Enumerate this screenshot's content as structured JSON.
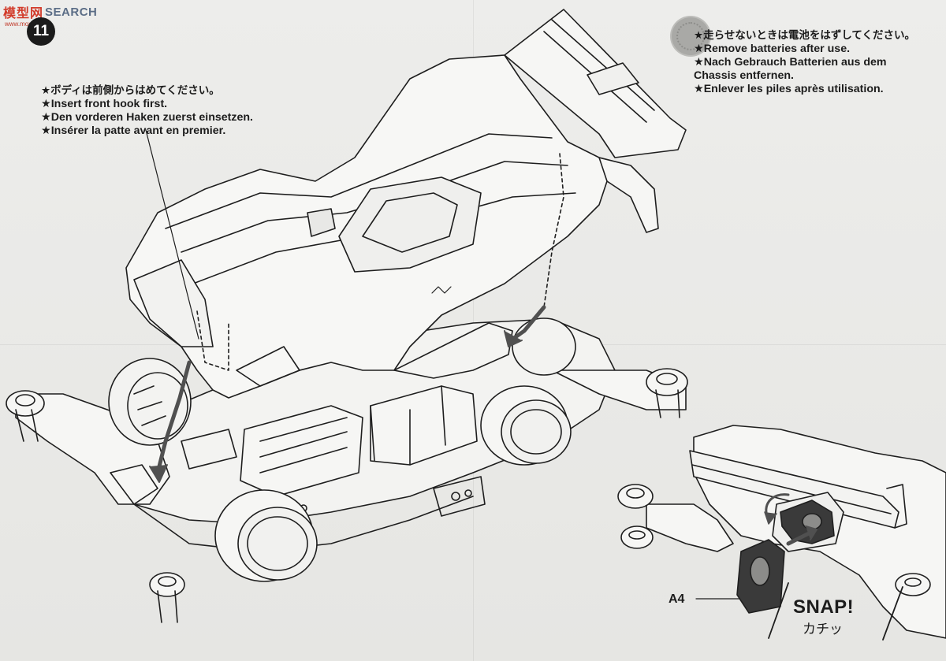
{
  "watermark": {
    "logo_text": "模型网",
    "search_text": "SEARCH",
    "sub_text": "www.moxing.net"
  },
  "step": {
    "number": "11"
  },
  "note_body": {
    "ja": "★ボディは前側からはめてください。",
    "en": "★Insert front hook first.",
    "de": "★Den vorderen Haken zuerst einsetzen.",
    "fr": "★Insérer la patte avant en premier."
  },
  "note_batteries": {
    "ja": "★走らせないときは電池をはずしてください。",
    "en": "★Remove batteries after use.",
    "de1": "★Nach Gebrauch Batterien aus dem",
    "de2": "Chassis entfernen.",
    "fr": "★Enlever les piles après utilisation."
  },
  "part_label": "A4",
  "snap_label": "SNAP!",
  "snap_label_ja": "カチッ",
  "colors": {
    "line": "#1e1e1e",
    "paper": "#ebebe9",
    "part_fill": "#3a3a3a",
    "arrow_fill": "#505050"
  },
  "icons": [
    "step-number-badge",
    "curved-arrow-icon",
    "down-arrow-icon"
  ]
}
